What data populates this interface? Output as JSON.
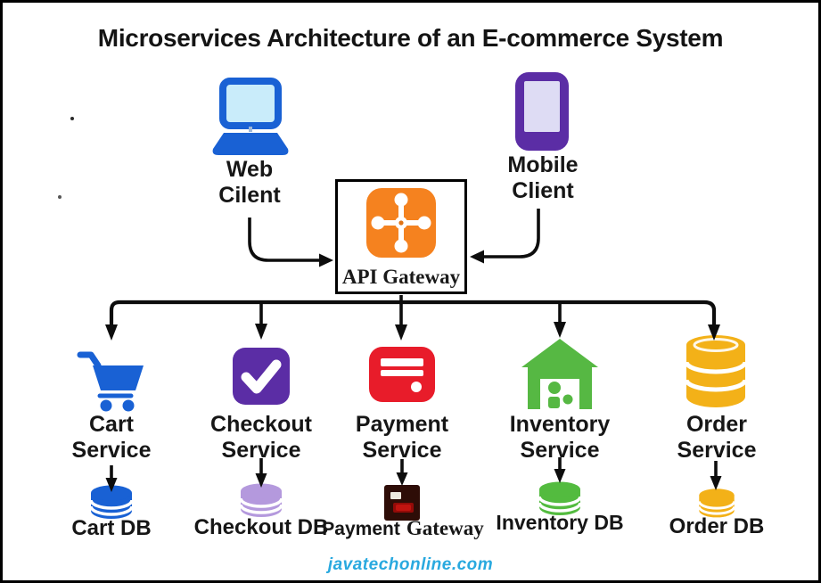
{
  "title": "Microservices Architecture of an E-commerce System",
  "clients": {
    "web": {
      "label": "Web\nCilent"
    },
    "mobile": {
      "label": "Mobile\nClient"
    }
  },
  "gateway": {
    "label": "API Gateway",
    "icon": "orange-hub-cross-icon"
  },
  "services": [
    {
      "id": "cart",
      "label": "Cart\nService",
      "icon": "shopping-cart-icon",
      "datastore": "Cart DB"
    },
    {
      "id": "checkout",
      "label": "Checkout\nService",
      "icon": "checkmark-icon",
      "datastore": "Checkout DB"
    },
    {
      "id": "payment",
      "label": "Payment\nService",
      "icon": "credit-card-icon",
      "datastore": "Payment",
      "datastore_suffix": "Gateway"
    },
    {
      "id": "inventory",
      "label": "Inventory\nService",
      "icon": "warehouse-icon",
      "datastore": "Inventory DB"
    },
    {
      "id": "order",
      "label": "Order\nService",
      "icon": "database-stack-icon",
      "datastore": "Order DB"
    }
  ],
  "footer": {
    "site": "javatechonline.com"
  },
  "colors": {
    "client_blue": "#1961d4",
    "laptop_screen": "#c9ecfa",
    "mobile_purple": "#5b2da5",
    "mobile_screen": "#dedcf4",
    "gateway_orange": "#f5821f",
    "cart_blue": "#1961d4",
    "checkout_purple": "#5b2da5",
    "checkout_db_lilac": "#b499dd",
    "payment_red": "#e81c2a",
    "payment_gateway_dark": "#2e0d07",
    "inventory_green": "#56b843",
    "order_gold": "#f3b118",
    "line_black": "#0d0d0d",
    "footer_cyan": "#29a9df"
  }
}
